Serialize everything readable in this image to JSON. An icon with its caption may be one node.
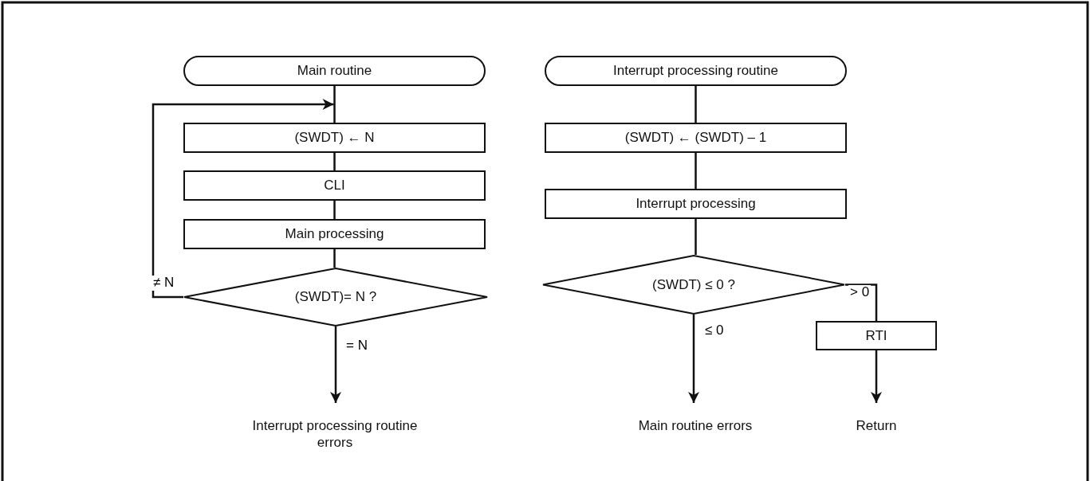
{
  "diagram": {
    "nodes": [
      {
        "text": [
          "Main routine"
        ]
      },
      {
        "text": [
          "(SWDT) ← N"
        ]
      },
      {
        "text": [
          "CLI"
        ]
      },
      {
        "text": [
          "Main processing"
        ]
      },
      {
        "text": [
          "(SWDT)= N ?"
        ]
      },
      {
        "text": [
          "Interrupt processing routine errors"
        ]
      },
      {
        "text": [
          "Interrupt processing routine"
        ]
      },
      {
        "text": [
          "(SWDT) ← (SWDT) – 1"
        ]
      },
      {
        "text": [
          "Interrupt processing"
        ]
      },
      {
        "text": [
          "(SWDT) ≤ 0 ?"
        ]
      },
      {
        "text": [
          "RTI"
        ]
      },
      {
        "text": [
          "Main routine errors"
        ]
      },
      {
        "text": [
          "Return"
        ]
      }
    ],
    "edges": [
      {
        "from": 0,
        "to": 1,
        "arrow": "none"
      },
      {
        "from": 1,
        "to": 2,
        "arrow": "none"
      },
      {
        "from": 2,
        "to": 3,
        "arrow": "none"
      },
      {
        "from": 3,
        "to": 4,
        "arrow": "none"
      },
      {
        "from": 4,
        "to": 1,
        "arrow": "to",
        "label": "≠ N"
      },
      {
        "from": 4,
        "to": 5,
        "arrow": "to",
        "label": "= N"
      },
      {
        "from": 6,
        "to": 7,
        "arrow": "none"
      },
      {
        "from": 7,
        "to": 8,
        "arrow": "none"
      },
      {
        "from": 8,
        "to": 9,
        "arrow": "none"
      },
      {
        "from": 9,
        "to": 11,
        "arrow": "to",
        "label": "≤ 0"
      },
      {
        "from": 9,
        "to": 10,
        "arrow": "none",
        "label": "> 0"
      },
      {
        "from": 10,
        "to": 12,
        "arrow": "to"
      }
    ]
  }
}
